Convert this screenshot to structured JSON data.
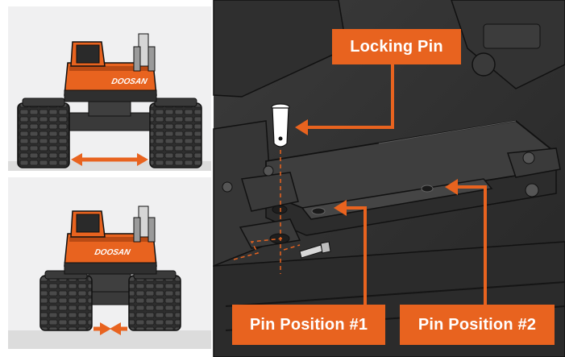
{
  "brand": {
    "logo_text": "DOOSAN",
    "accent_color": "#e8631f",
    "body_color": "#e8631f"
  },
  "panels": {
    "wide": {
      "title": "",
      "state": "tracks-extended",
      "arrow": "outward-double-arrow"
    },
    "narrow": {
      "title": "",
      "state": "tracks-retracted",
      "arrow": "inward-double-arrow"
    }
  },
  "callouts": {
    "locking_pin": "Locking Pin",
    "pin_position_1": "Pin Position #1",
    "pin_position_2": "Pin Position #2"
  }
}
